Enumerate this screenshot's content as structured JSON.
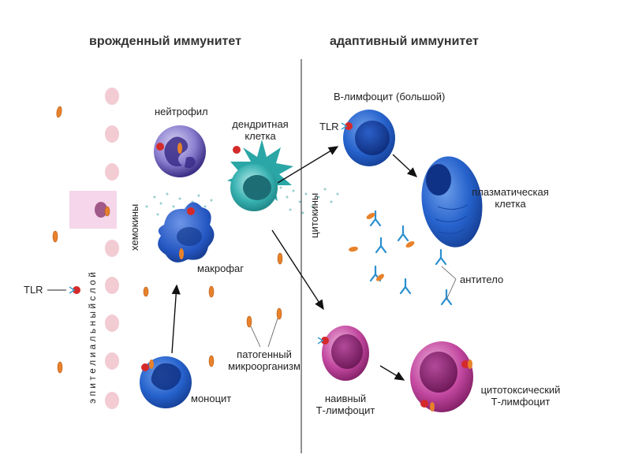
{
  "headers": {
    "innate": "врожденный иммунитет",
    "adaptive": "адаптивный иммунитет"
  },
  "labels": {
    "neutrophil": "нейтрофил",
    "dendritic_line1": "дендритная",
    "dendritic_line2": "клетка",
    "b_lymphocyte": "В-лимфоцит (большой)",
    "tlr_b": "TLR",
    "tlr_left": "TLR",
    "plasma_line1": "плазматическая",
    "plasma_line2": "клетка",
    "macrophage": "макрофаг",
    "antibody": "антитело",
    "pathogen_line1": "патогенный",
    "pathogen_line2": "микроорганизм",
    "monocyte": "моноцит",
    "naive_line1": "наивный",
    "naive_line2": "Т-лимфоцит",
    "cytotoxic_line1": "цитотоксический",
    "cytotoxic_line2": "Т-лимфоцит",
    "chemokines": "хемокины",
    "cytokines": "цитокины",
    "epithelial_layer": "э п и т е л и а л ь н ы й   с л о й"
  },
  "colors": {
    "neutrophil": "#4a3d9a",
    "macrophage": "#1f4fb5",
    "dendritic": "#2aa6a6",
    "b_cell": "#1f5bc6",
    "t_cell": "#b0338f",
    "epithelial": "#f3c6cf",
    "pathogen": "#e8822a",
    "antibody": "#2a8fcf"
  }
}
